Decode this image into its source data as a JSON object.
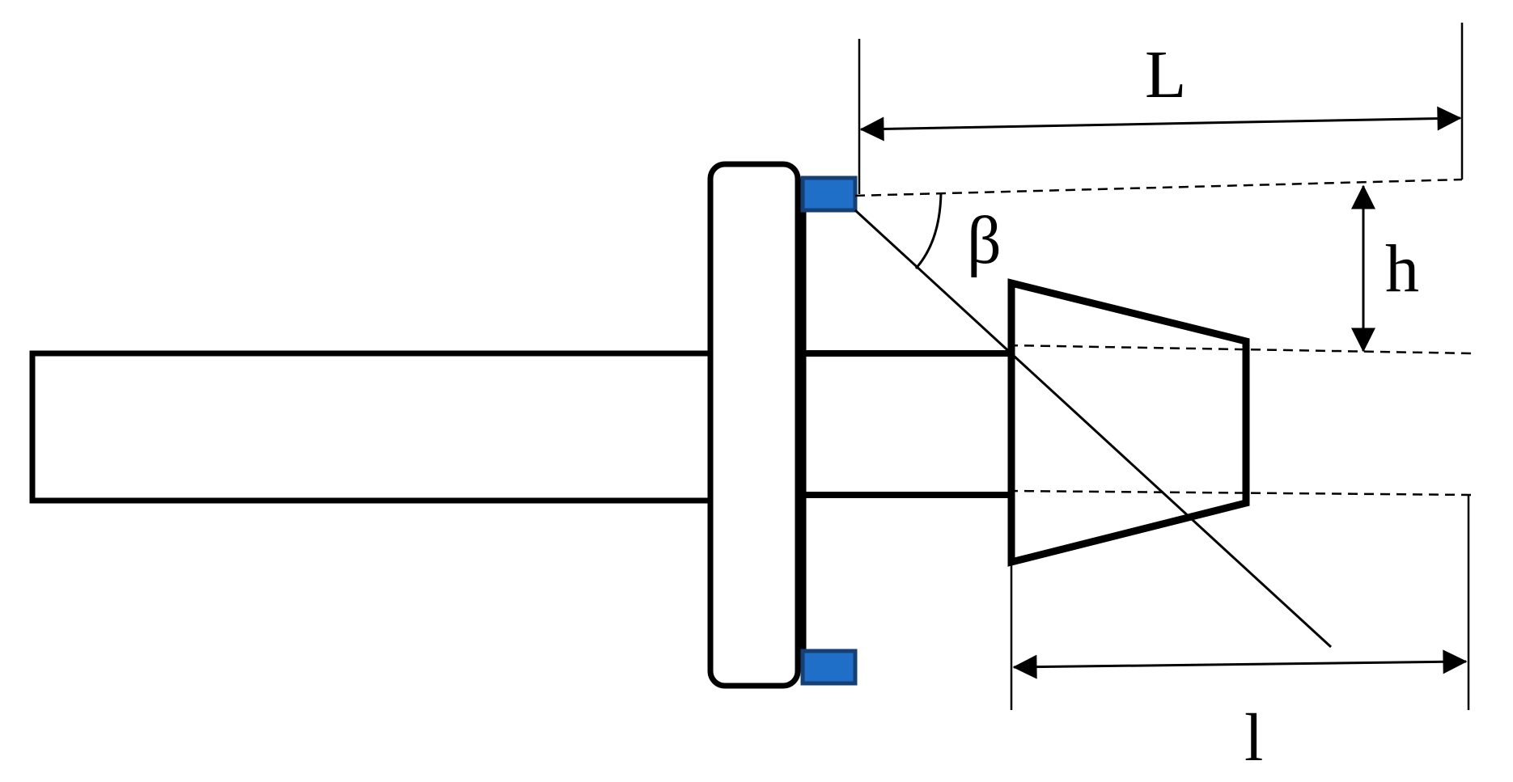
{
  "labels": {
    "length_L": "L",
    "height_h": "h",
    "angle_beta": "β",
    "length_l": "l"
  },
  "colors": {
    "stroke": "#000000",
    "block_fill": "#1f6fc9",
    "block_stroke": "#163f73",
    "background": "#ffffff"
  }
}
